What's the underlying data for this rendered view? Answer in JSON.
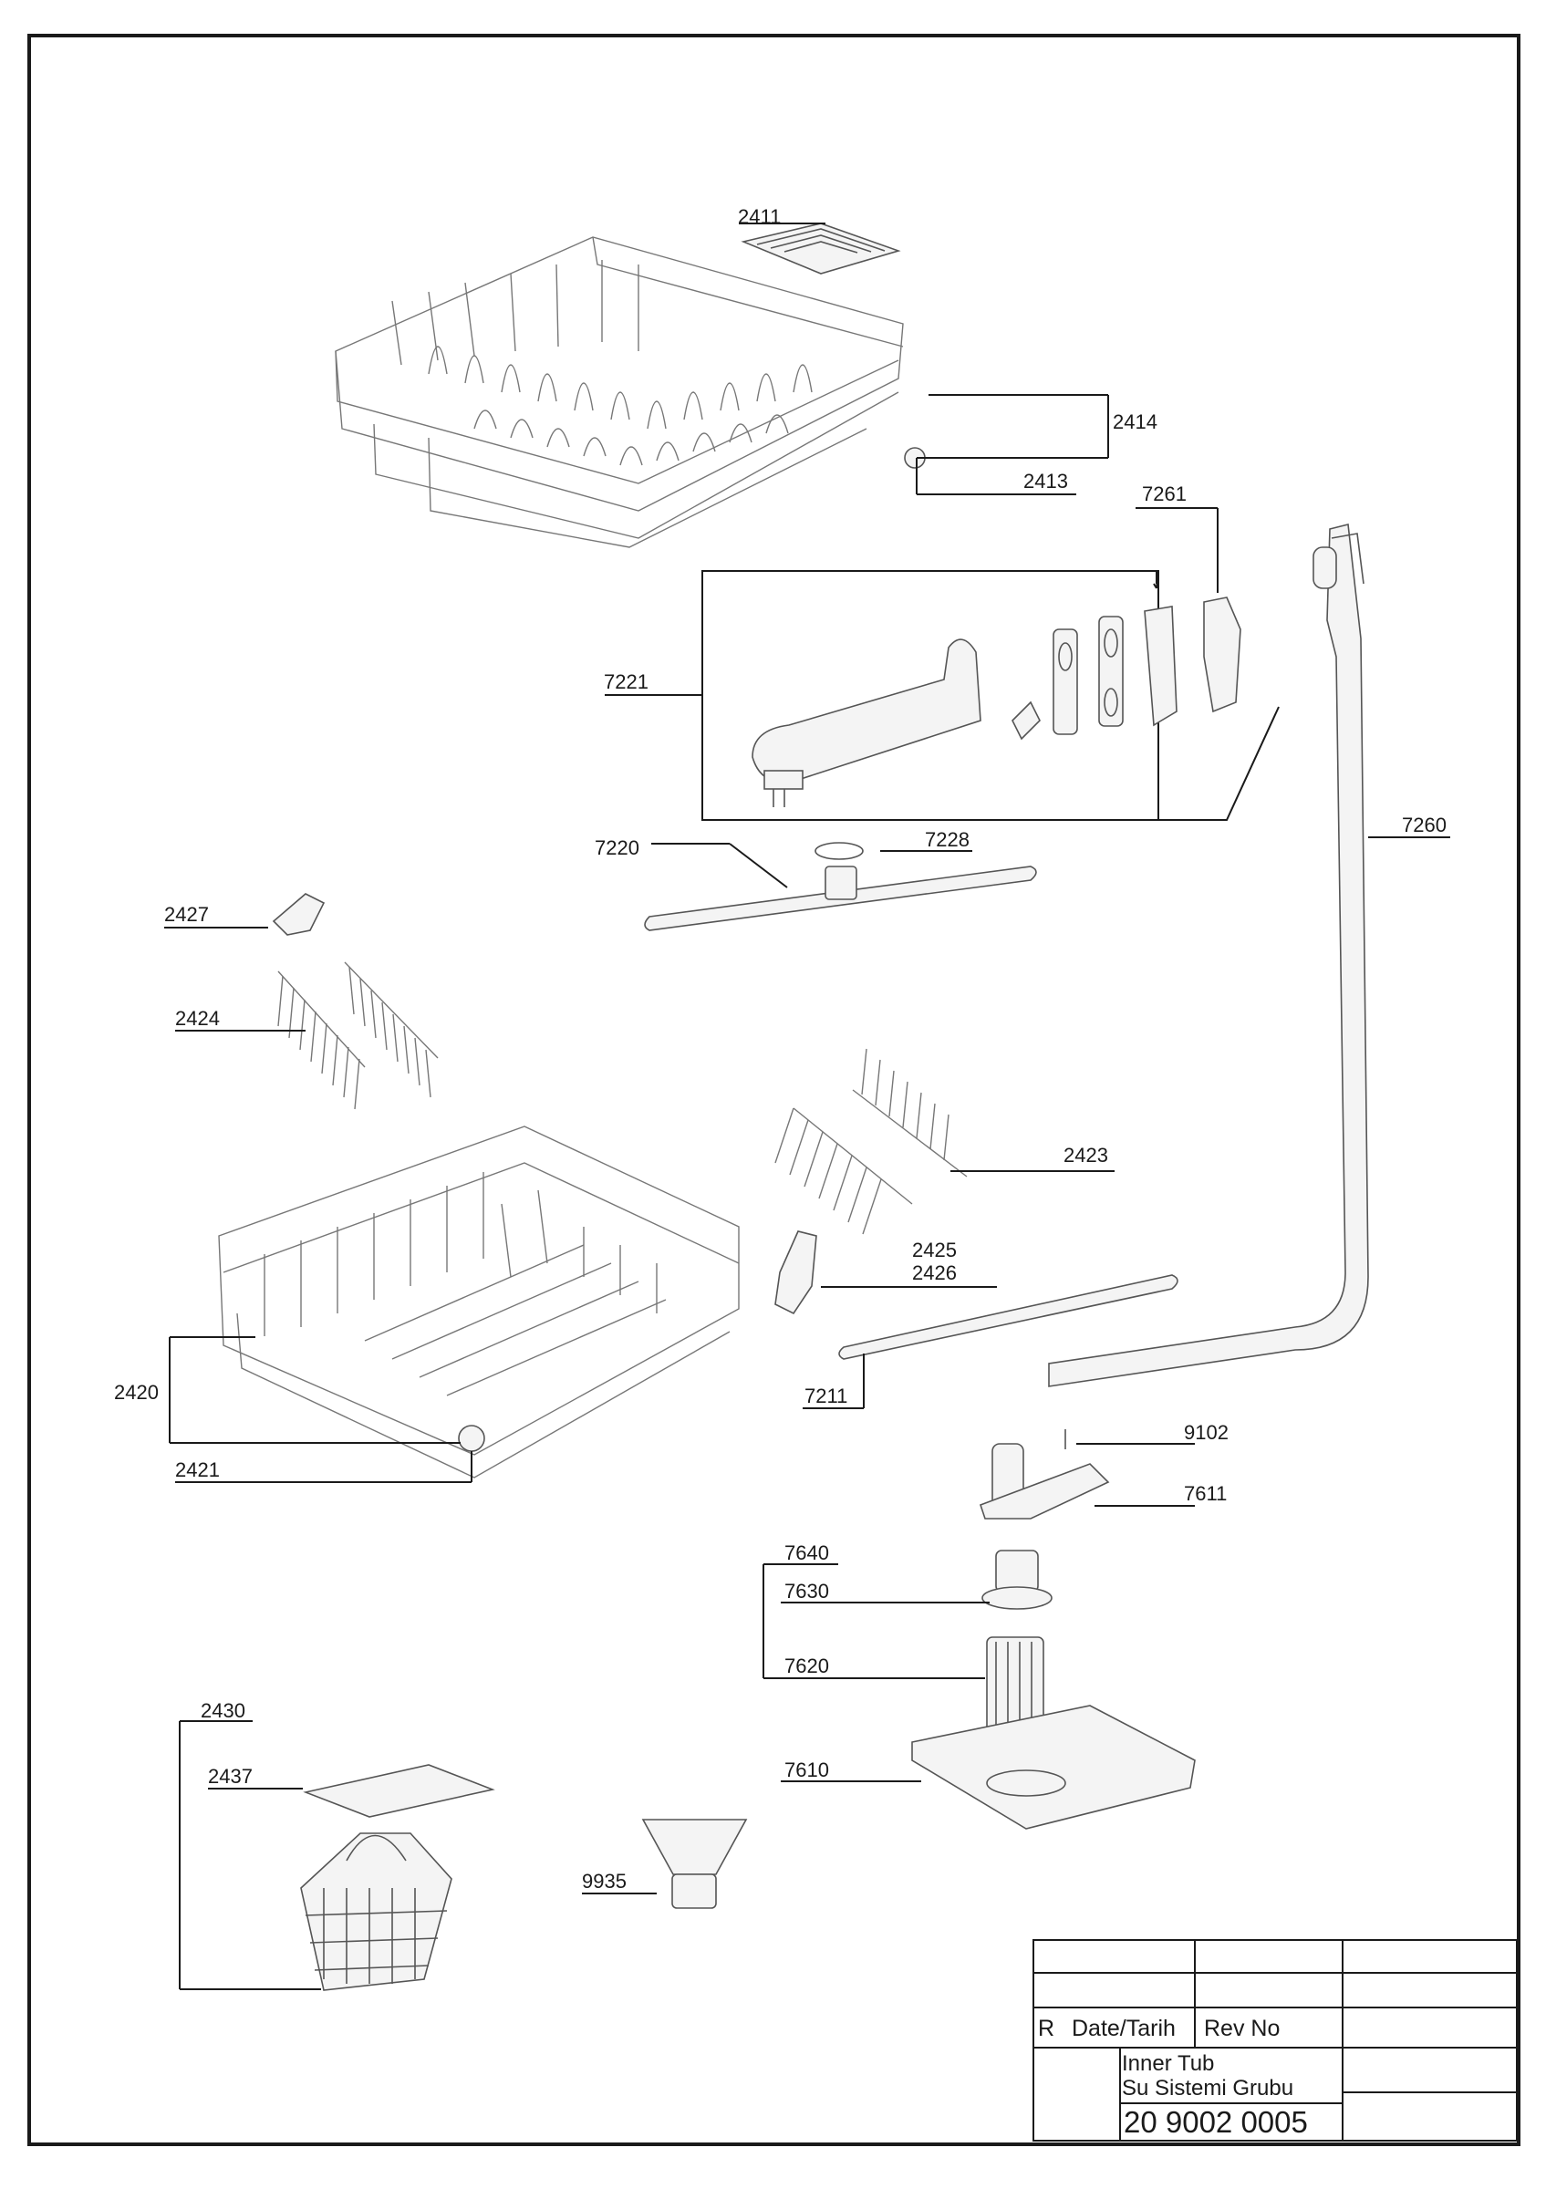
{
  "title_block": {
    "r": "R",
    "date": "Date/Tarih",
    "rev": "Rev No",
    "name_1": "Inner Tub",
    "name_2": "Su Sistemi Grubu",
    "number": "20 9002 0005"
  },
  "labels": {
    "p2411": "2411",
    "p2414": "2414",
    "p2413": "2413",
    "p7261": "7261",
    "p7221": "7221",
    "p7260": "7260",
    "p7220": "7220",
    "p7228": "7228",
    "p2427": "2427",
    "p2424": "2424",
    "p2423": "2423",
    "p2425": "2425",
    "p2426": "2426",
    "p2420": "2420",
    "p7211": "7211",
    "p2421": "2421",
    "p9102": "9102",
    "p7611": "7611",
    "p7640": "7640",
    "p7630": "7630",
    "p7620": "7620",
    "p2430": "2430",
    "p2437": "2437",
    "p7610": "7610",
    "p9935": "9935"
  }
}
